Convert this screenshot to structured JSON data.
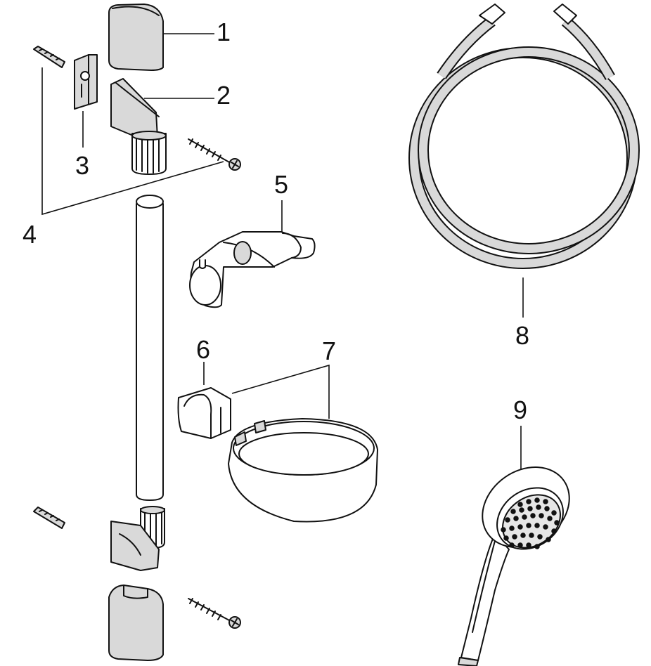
{
  "callouts": {
    "c1": "1",
    "c2": "2",
    "c3": "3",
    "c4": "4",
    "c5": "5",
    "c6": "6",
    "c7": "7",
    "c8": "8",
    "c9": "9"
  },
  "colors": {
    "line": "#111111",
    "part_fill": "#d9d9d9",
    "background": "#ffffff"
  }
}
